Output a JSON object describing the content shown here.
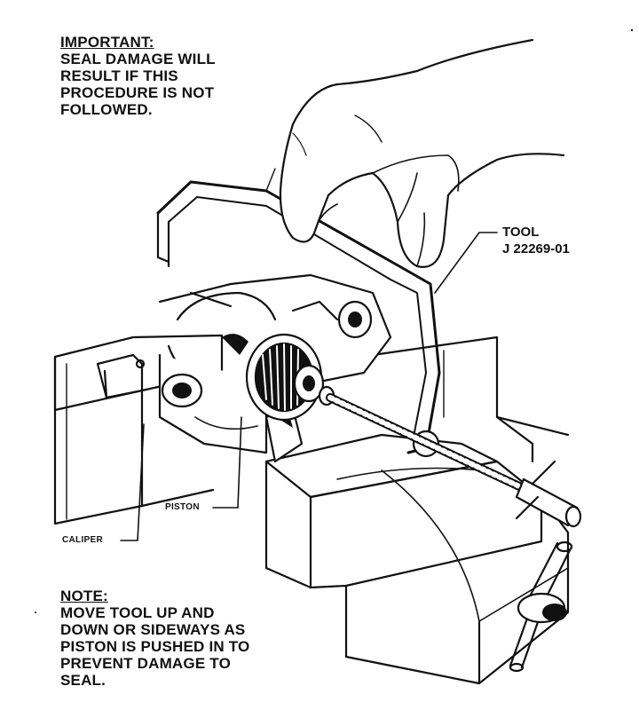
{
  "important": {
    "heading": "IMPORTANT:",
    "lines": [
      "SEAL DAMAGE WILL",
      "RESULT IF THIS",
      "PROCEDURE IS NOT",
      "FOLLOWED."
    ]
  },
  "note": {
    "heading": "NOTE:",
    "lines": [
      "MOVE TOOL UP AND",
      "DOWN OR SIDEWAYS AS",
      "PISTON IS PUSHED IN TO",
      "PREVENT DAMAGE TO",
      "SEAL."
    ]
  },
  "labels": {
    "tool_line1": "TOOL",
    "tool_line2": "J 22269-01",
    "piston": "PISTON",
    "caliper": "CALIPER"
  }
}
